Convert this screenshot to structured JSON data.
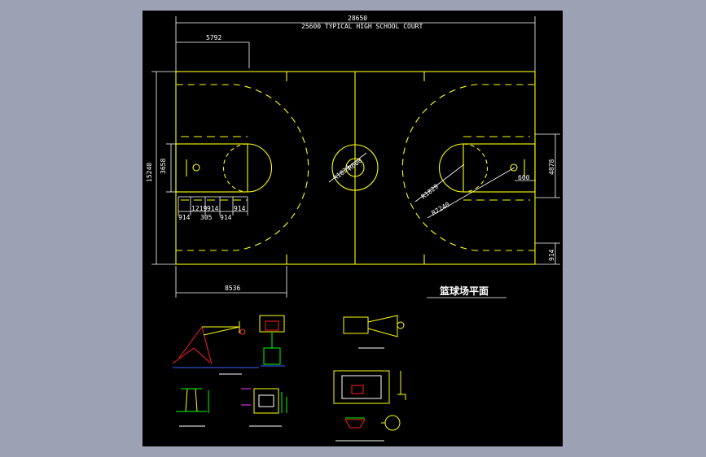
{
  "drawing": {
    "overall_width": "28650",
    "court_title": "25600 TYPICAL HIGH SCHOOL COURT",
    "top_offset": "5792",
    "overall_height": "15240",
    "lane_width": "3658",
    "bottom_offset": "8536",
    "right_height": "4878",
    "right_bottom": "914",
    "right_small": "600",
    "center_radius_1": "R1829",
    "center_radius_2": "R600",
    "key_radius": "R1829",
    "three_point_radius": "R7240",
    "lane_dims_top": [
      "1219",
      "914",
      "914"
    ],
    "lane_dims_bottom": [
      "914",
      "305",
      "914"
    ],
    "plan_title": "篮球场平面"
  },
  "colors": {
    "background": "#9ca2b4",
    "sheet": "#000000",
    "court_lines": "#ffff00",
    "dimension_lines": "#ffffff"
  }
}
